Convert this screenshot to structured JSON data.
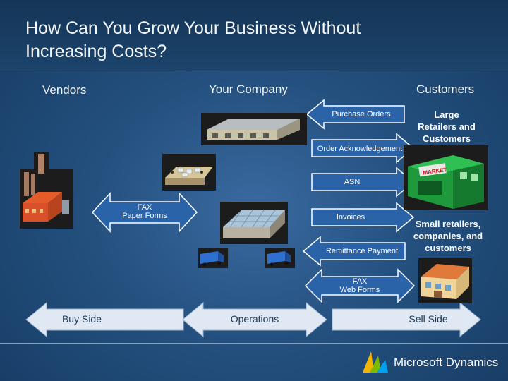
{
  "slide": {
    "title_line1": "How Can You Grow Your Business Without",
    "title_line2": "Increasing Costs?"
  },
  "columns": {
    "vendors": "Vendors",
    "company": "Your Company",
    "customers": "Customers"
  },
  "customer_groups": {
    "large_line1": "Large",
    "large_line2": "Retailers and",
    "large_line3": "Customers",
    "small_line1": "Small retailers,",
    "small_line2": "companies, and",
    "small_line3": "customers"
  },
  "flows": {
    "purchase_orders": "Purchase Orders",
    "order_ack": "Order Acknowledgement",
    "asn": "ASN",
    "invoices": "Invoices",
    "remittance": "Remittance Payment",
    "fax_paper_line1": "FAX",
    "fax_paper_line2": "Paper Forms",
    "fax_web_line1": "FAX",
    "fax_web_line2": "Web Forms"
  },
  "sides": {
    "buy": "Buy Side",
    "operations": "Operations",
    "sell": "Sell Side"
  },
  "logo": {
    "text": "Microsoft Dynamics"
  },
  "store_sign": "MARKET",
  "colors": {
    "background": "#24507f",
    "title_bar": "#1c446c",
    "arrow_fill": "#2a63a8",
    "arrow_stroke": "#ffffff",
    "side_arrow": "#dfe8f3"
  }
}
